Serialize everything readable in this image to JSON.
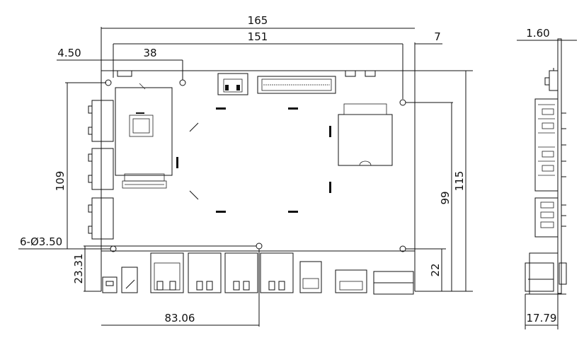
{
  "dimensions": {
    "overall_width": "165",
    "hole_span_width": "151",
    "right_offset": "7",
    "left_offset": "4.50",
    "module_width": "38",
    "overall_height": "115",
    "hole_span_height": "109",
    "inner_height": "99",
    "bottom_offset_right": "22",
    "hole_spec": "6-Ø3.50",
    "bottom_offset_left": "23.31",
    "bottom_hole_span": "83.06",
    "side_thickness": "1.60",
    "side_depth": "17.79"
  }
}
